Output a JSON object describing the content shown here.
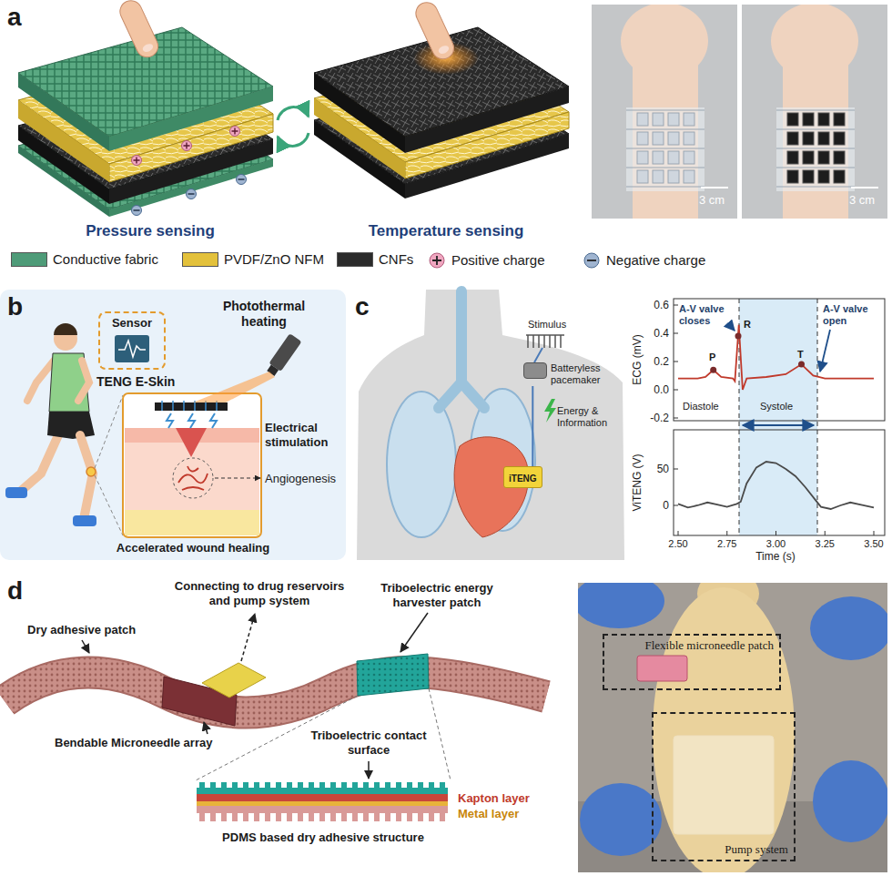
{
  "diagram": {
    "nodes": [
      {
        "text": [
          "Sensor"
        ]
      },
      {
        "text": [
          "Batteryless pacemaker"
        ]
      },
      {
        "text": [
          "iTENG"
        ]
      },
      {
        "text": [
          "Flexible microneedle patch"
        ]
      },
      {
        "text": [
          "Pump system"
        ]
      }
    ],
    "edges": [
      {
        "from": 1,
        "to": 2,
        "arrow": "none"
      }
    ],
    "labels": [
      "a",
      "Pressure sensing",
      "Temperature sensing",
      "3 cm",
      "3 cm",
      "b",
      "Photothermal heating",
      "TENG E-Skin",
      "Electrical stimulation",
      "Angiogenesis",
      "Accelerated wound healing",
      "c",
      "Stimulus",
      "Energy & Information",
      "ECG (mV)",
      "0.6",
      "0.4",
      "0.2",
      "0.0",
      "-0.2",
      "P",
      "R",
      "T",
      "A-V valve closes",
      "A-V valve open",
      "Diastole",
      "Systole",
      "ViTENG (V)",
      "50",
      "0",
      "2.50",
      "2.75",
      "3.00",
      "3.25",
      "3.50",
      "Time (s)",
      "d",
      "Connecting to drug reservoirs and pump system",
      "Dry adhesive patch",
      "Bendable Microneedle array",
      "Triboelectric energy harvester patch",
      "Triboelectric contact surface",
      "Kapton layer",
      "Metal layer",
      "PDMS based dry adhesive structure"
    ],
    "legend": [
      {
        "text": "Conductive fabric",
        "color": "#4e9b78"
      },
      {
        "text": "PVDF/ZnO NFM",
        "color": "#e3c13b"
      },
      {
        "text": "CNFs",
        "color": "#2b2b2b"
      },
      {
        "text": "Positive charge"
      },
      {
        "text": "Negative charge"
      }
    ]
  }
}
